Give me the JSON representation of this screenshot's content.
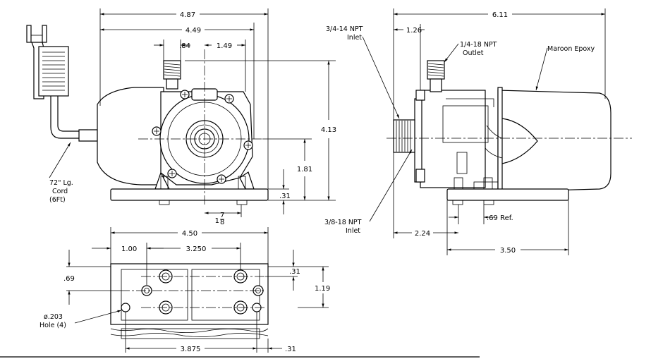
{
  "front_view": {
    "dim_overall_width": "4.87",
    "dim_body_width": "4.49",
    "dim_outlet_offset": ".84",
    "dim_outlet_to_center": "1.49",
    "dim_overall_height": "4.13",
    "dim_center_height": "1.81",
    "dim_base_thickness": ".31",
    "dim_foot_offset_main": "1",
    "dim_foot_offset_num": "7",
    "dim_foot_offset_den": "8",
    "cord_label_1": "72\" Lg.",
    "cord_label_2": "Cord",
    "cord_label_3": "(6Ft)"
  },
  "side_view": {
    "dim_overall_length": "6.11",
    "dim_inlet_depth": "1.26",
    "inlet_label_1": "3/4-14 NPT",
    "inlet_label_2": "Inlet",
    "outlet_label_1": "1/4-18 NPT",
    "outlet_label_2": "Outlet",
    "epoxy_label": "Maroon Epoxy",
    "inlet2_label_1": "3/8-18 NPT",
    "inlet2_label_2": "Inlet",
    "dim_ref": ".69 Ref.",
    "dim_inlet_to_foot": "2.24",
    "dim_base_length": "3.50"
  },
  "base_view": {
    "dim_base_width": "4.50",
    "dim_left_hole_offset": "1.00",
    "dim_hole_spacing": "3.250",
    "dim_left_vertical": ".69",
    "dim_right_top": ".31",
    "dim_right_height": "1.19",
    "hole_label_1": "ø.203",
    "hole_label_2": "Hole (4)",
    "dim_bottom_spacing": "3.875",
    "dim_bottom_edge": ".31"
  }
}
